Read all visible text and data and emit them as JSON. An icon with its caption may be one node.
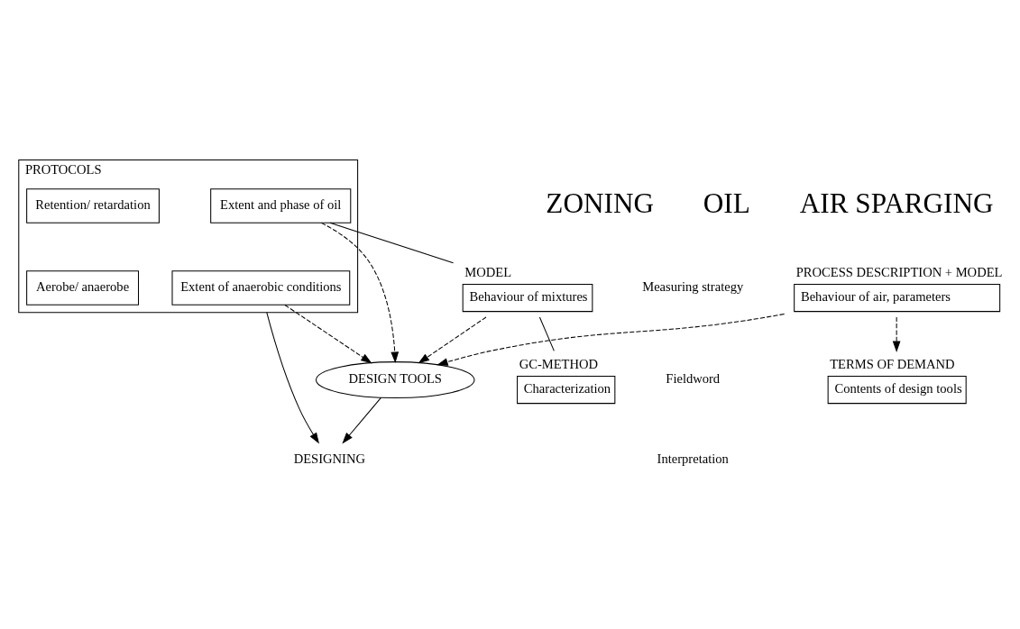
{
  "diagram": {
    "nodes": [
      {
        "text": [
          "PROTOCOLS"
        ]
      },
      {
        "text": [
          "Retention/ retardation"
        ],
        "in": 0
      },
      {
        "text": [
          "Extent and phase of oil"
        ],
        "in": 0
      },
      {
        "text": [
          "Aerobe/ anaerobe"
        ],
        "in": 0
      },
      {
        "text": [
          "Extent of anaerobic conditions"
        ],
        "in": 0
      },
      {
        "text": [
          "MODEL",
          "Behaviour of mixtures"
        ]
      },
      {
        "text": [
          "GC-METHOD",
          "Characterization"
        ]
      },
      {
        "text": [
          "PROCESS DESCRIPTION + MODEL",
          "Behaviour of air, parameters"
        ]
      },
      {
        "text": [
          "TERMS OF DEMAND",
          "Contents of design tools"
        ]
      },
      {
        "text": [
          "DESIGN TOOLS"
        ]
      },
      {
        "text": [
          "DESIGNING"
        ]
      }
    ],
    "edges": [
      {
        "from": 2,
        "to": 5,
        "arrow": "none"
      },
      {
        "from": 5,
        "to": 6,
        "arrow": "none"
      },
      {
        "from": 2,
        "to": 9,
        "arrow": "to",
        "style": "dashed"
      },
      {
        "from": 4,
        "to": 9,
        "arrow": "to",
        "style": "dashed"
      },
      {
        "from": 5,
        "to": 9,
        "arrow": "to",
        "style": "dashed"
      },
      {
        "from": 7,
        "to": 8,
        "arrow": "to",
        "style": "dashed"
      },
      {
        "from": 7,
        "to": 9,
        "arrow": "to",
        "style": "dashed"
      },
      {
        "from": 0,
        "to": 10,
        "arrow": "to"
      },
      {
        "from": 9,
        "to": 10,
        "arrow": "to"
      }
    ],
    "labels": [
      "ZONING",
      "OIL",
      "AIR SPARGING",
      "Measuring strategy",
      "Fieldword",
      "Interpretation"
    ]
  }
}
